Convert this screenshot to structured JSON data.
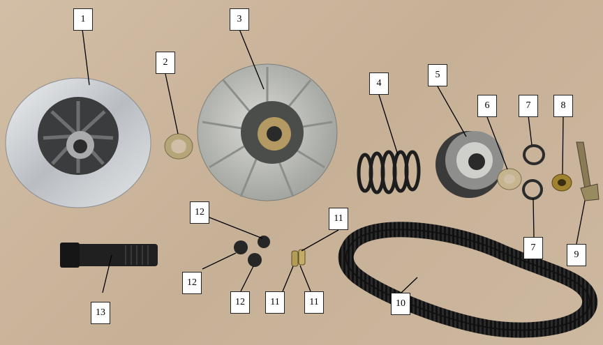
{
  "callouts": [
    "1",
    "2",
    "3",
    "4",
    "5",
    "6",
    "7",
    "7",
    "8",
    "9",
    "10",
    "11",
    "11",
    "11",
    "12",
    "12",
    "12",
    "13"
  ]
}
